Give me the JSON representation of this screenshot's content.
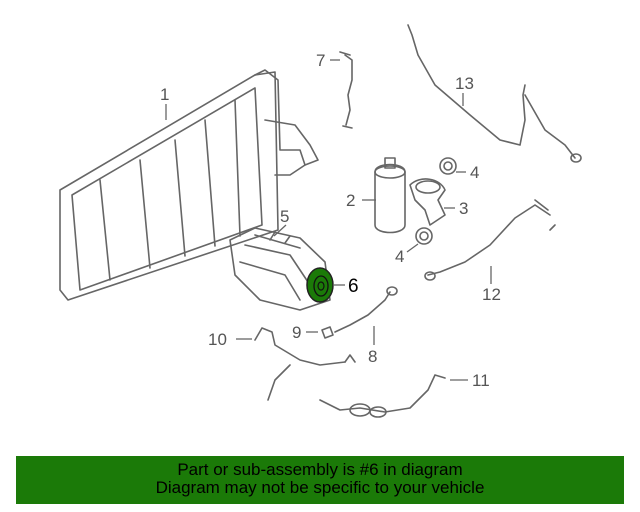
{
  "diagram": {
    "callouts": [
      {
        "id": "1",
        "text": "1"
      },
      {
        "id": "2",
        "text": "2"
      },
      {
        "id": "3",
        "text": "3"
      },
      {
        "id": "4a",
        "text": "4"
      },
      {
        "id": "4b",
        "text": "4"
      },
      {
        "id": "5",
        "text": "5"
      },
      {
        "id": "6",
        "text": "6"
      },
      {
        "id": "7",
        "text": "7"
      },
      {
        "id": "8",
        "text": "8"
      },
      {
        "id": "9",
        "text": "9"
      },
      {
        "id": "10",
        "text": "10"
      },
      {
        "id": "11",
        "text": "11"
      },
      {
        "id": "12",
        "text": "12"
      },
      {
        "id": "13",
        "text": "13"
      }
    ],
    "highlight_color": "#1b7a08"
  },
  "banner": {
    "line1": "Part or sub-assembly is #6 in diagram",
    "line2": "Diagram may not be specific to your vehicle",
    "background": "#1b7a08"
  }
}
